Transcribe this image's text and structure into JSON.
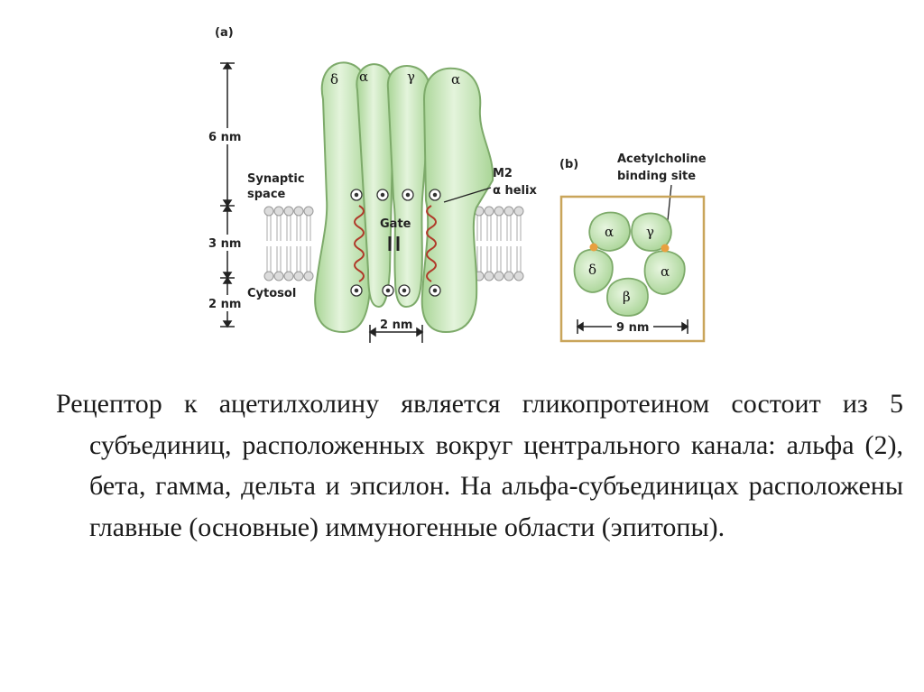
{
  "panel_a": {
    "tag": "(a)",
    "dim_6nm": "6 nm",
    "dim_3nm": "3 nm",
    "dim_2nm_left": "2 nm",
    "dim_2nm_bottom": "2 nm",
    "synaptic": "Synaptic",
    "space": "space",
    "cytosol": "Cytosol",
    "m2": "M2",
    "helix": "α helix",
    "gate": "Gate",
    "subunits": [
      "δ",
      "α",
      "γ",
      "α"
    ]
  },
  "panel_b": {
    "tag": "(b)",
    "binding1": "Acetylcholine",
    "binding2": "binding site",
    "subunits": [
      "α",
      "γ",
      "α",
      "β",
      "δ"
    ],
    "width": "9 nm"
  },
  "caption": "Рецептор к ацетилхолину является гликопротеином состоит из 5 субъединиц, расположенных вокруг центрального канала: альфа (2), бета, гамма, дельта и эпсилон. На альфа-субъединицах расположены главные (основные) иммуногенные области (эпитопы).",
  "colors": {
    "subunit_fill": "#c4e6b4",
    "subunit_stroke": "#7daa6a",
    "helix": "#b03a2a",
    "box_border": "#c9a55a",
    "binding_dot": "#e8a040"
  }
}
